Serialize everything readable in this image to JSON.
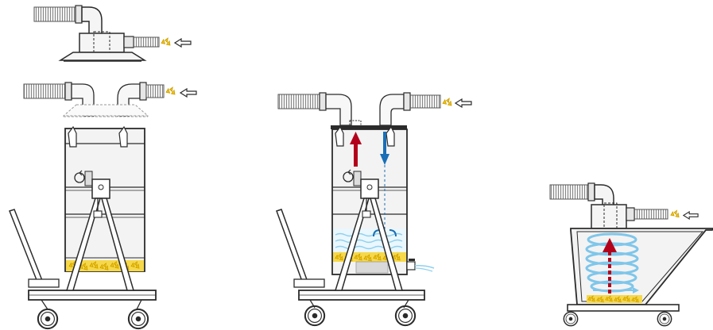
{
  "diagram": {
    "panels": [
      {
        "id": "drum-separator",
        "description_text": ""
      },
      {
        "id": "wet-separator",
        "description_text": ""
      },
      {
        "id": "cyclone-hopper",
        "description_text": ""
      }
    ],
    "colors": {
      "line": "#2b2b2b",
      "fill_light": "#f2f2f2",
      "fill_mid": "#d9d9d9",
      "debris": "#f2c400",
      "debris_edge": "#c79800",
      "air_up": "#b3001b",
      "air_down": "#1a6fb6",
      "water": "#8fd0ef",
      "cyclone": "#7fc6ea"
    },
    "icons": [
      "inlet-arrow-icon",
      "debris-icon",
      "wheel-icon",
      "rotation-icon"
    ]
  }
}
